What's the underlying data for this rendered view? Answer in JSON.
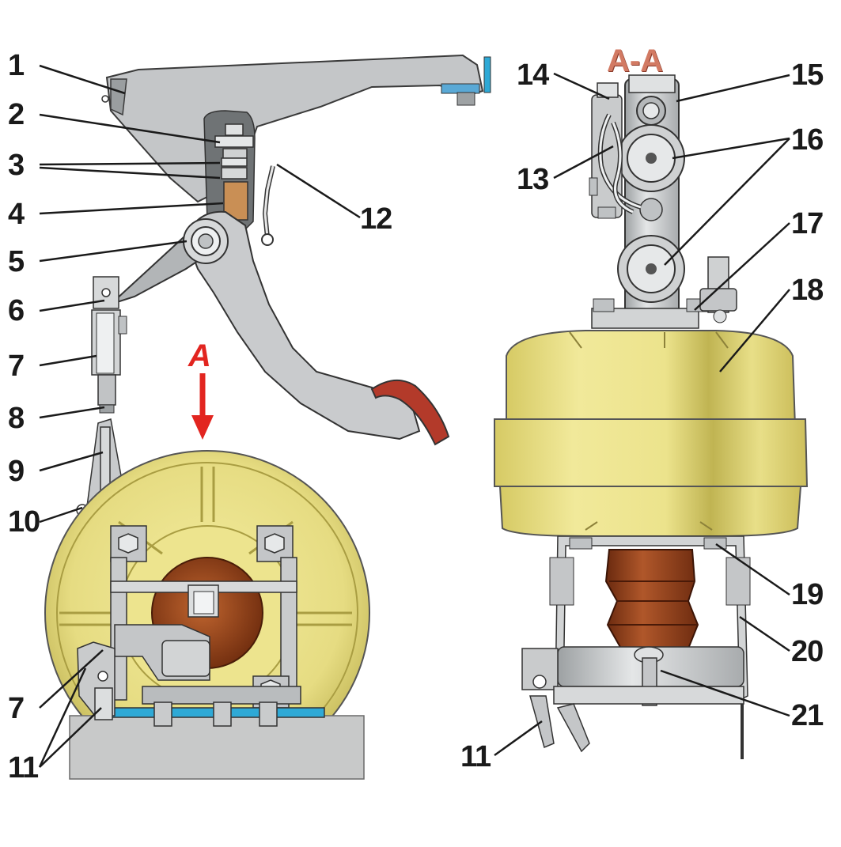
{
  "figure": {
    "section_label": "A-A",
    "view_label": "A",
    "callouts": [
      "1",
      "2",
      "3",
      "4",
      "5",
      "6",
      "7",
      "8",
      "9",
      "10",
      "11",
      "12",
      "13",
      "14",
      "15",
      "16",
      "17",
      "18",
      "19",
      "20",
      "21"
    ],
    "callouts_repeat": {
      "seven_lower": "7",
      "eleven_lower_left": "11",
      "eleven_right": "11"
    },
    "colors": {
      "metal_gray": "#c9cbcc",
      "metal_dark": "#8f9294",
      "booster_yellow": "#e9e08a",
      "booster_shadow": "#b9ae4c",
      "boot_brown": "#8a3f1c",
      "pedal_pad": "#b33a2a",
      "panel_blue": "#2ea9d6",
      "arrow_red": "#e22520",
      "section_label": "#d27a63"
    }
  }
}
